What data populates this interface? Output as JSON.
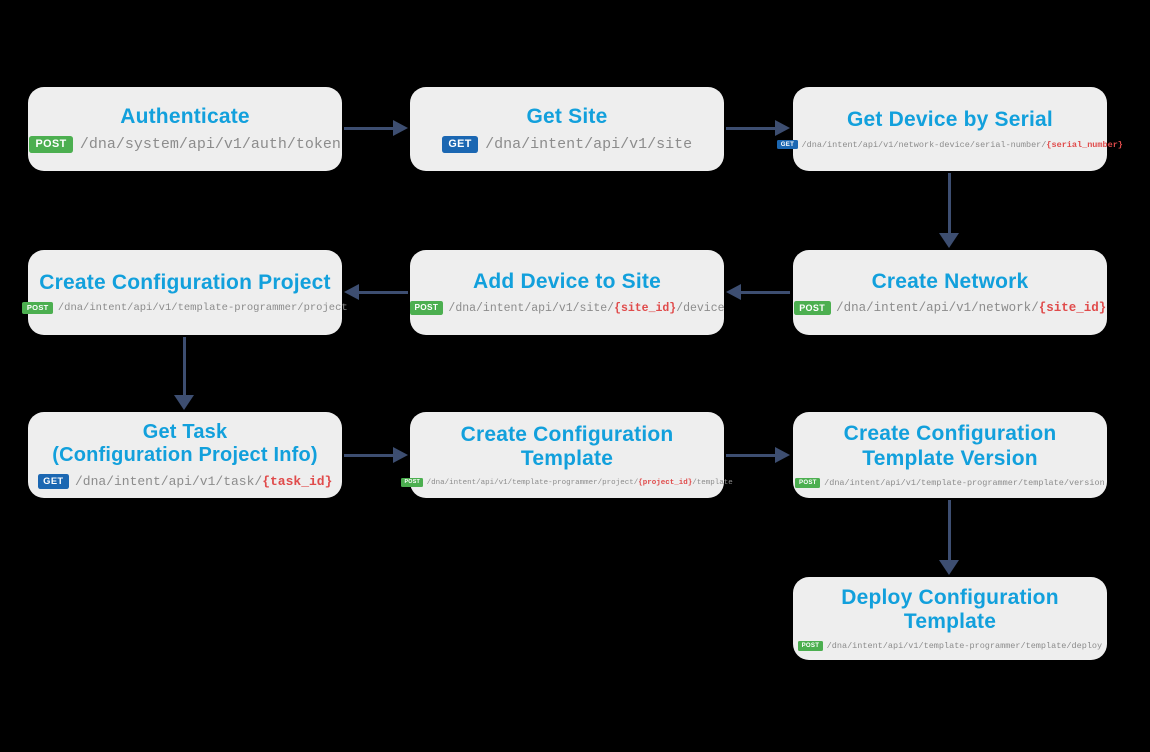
{
  "colors": {
    "title": "#12a0dc",
    "post": "#4caf50",
    "get": "#1b67b2",
    "path": "#8c8c8c",
    "param": "#e04b4b",
    "arrow": "#3d4e71",
    "box": "#eeeeee",
    "bg": "#000000"
  },
  "diagram_type": "api-workflow-flowchart",
  "nodes": [
    {
      "id": "authenticate",
      "title": "Authenticate",
      "method": "POST",
      "path_pre": "/dna/system/api/v1/auth/token",
      "path_param": "",
      "path_post": ""
    },
    {
      "id": "get-site",
      "title": "Get Site",
      "method": "GET",
      "path_pre": "/dna/intent/api/v1/site",
      "path_param": "",
      "path_post": ""
    },
    {
      "id": "get-device-by-serial",
      "title": "Get Device by Serial",
      "method": "GET",
      "path_pre": "/dna/intent/api/v1/network-device/serial-number/",
      "path_param": "{serial_number}",
      "path_post": ""
    },
    {
      "id": "create-configuration-project",
      "title": "Create Configuration Project",
      "method": "POST",
      "path_pre": "/dna/intent/api/v1/template-programmer/project",
      "path_param": "",
      "path_post": ""
    },
    {
      "id": "add-device-to-site",
      "title": "Add Device to Site",
      "method": "POST",
      "path_pre": "/dna/intent/api/v1/site/",
      "path_param": "{site_id}",
      "path_post": "/device"
    },
    {
      "id": "create-network",
      "title": "Create Network",
      "method": "POST",
      "path_pre": "/dna/intent/api/v1/network/",
      "path_param": "{site_id}",
      "path_post": ""
    },
    {
      "id": "get-task",
      "title": "Get Task\n(Configuration Project Info)",
      "method": "GET",
      "path_pre": "/dna/intent/api/v1/task/",
      "path_param": "{task_id}",
      "path_post": ""
    },
    {
      "id": "create-configuration-template",
      "title": "Create Configuration Template",
      "method": "POST",
      "path_pre": "/dna/intent/api/v1/template-programmer/project/",
      "path_param": "{project_id}",
      "path_post": "/template"
    },
    {
      "id": "create-configuration-template-version",
      "title": "Create Configuration\nTemplate Version",
      "method": "POST",
      "path_pre": "/dna/intent/api/v1/template-programmer/template/version",
      "path_param": "",
      "path_post": ""
    },
    {
      "id": "deploy-configuration-template",
      "title": "Deploy Configuration Template",
      "method": "POST",
      "path_pre": "/dna/intent/api/v1/template-programmer/template/deploy",
      "path_param": "",
      "path_post": ""
    }
  ],
  "flow_edges": [
    "authenticate -> get-site",
    "get-site -> get-device-by-serial",
    "get-device-by-serial -> create-network",
    "create-network -> add-device-to-site",
    "add-device-to-site -> create-configuration-project",
    "create-configuration-project -> get-task",
    "get-task -> create-configuration-template",
    "create-configuration-template -> create-configuration-template-version",
    "create-configuration-template-version -> deploy-configuration-template"
  ]
}
